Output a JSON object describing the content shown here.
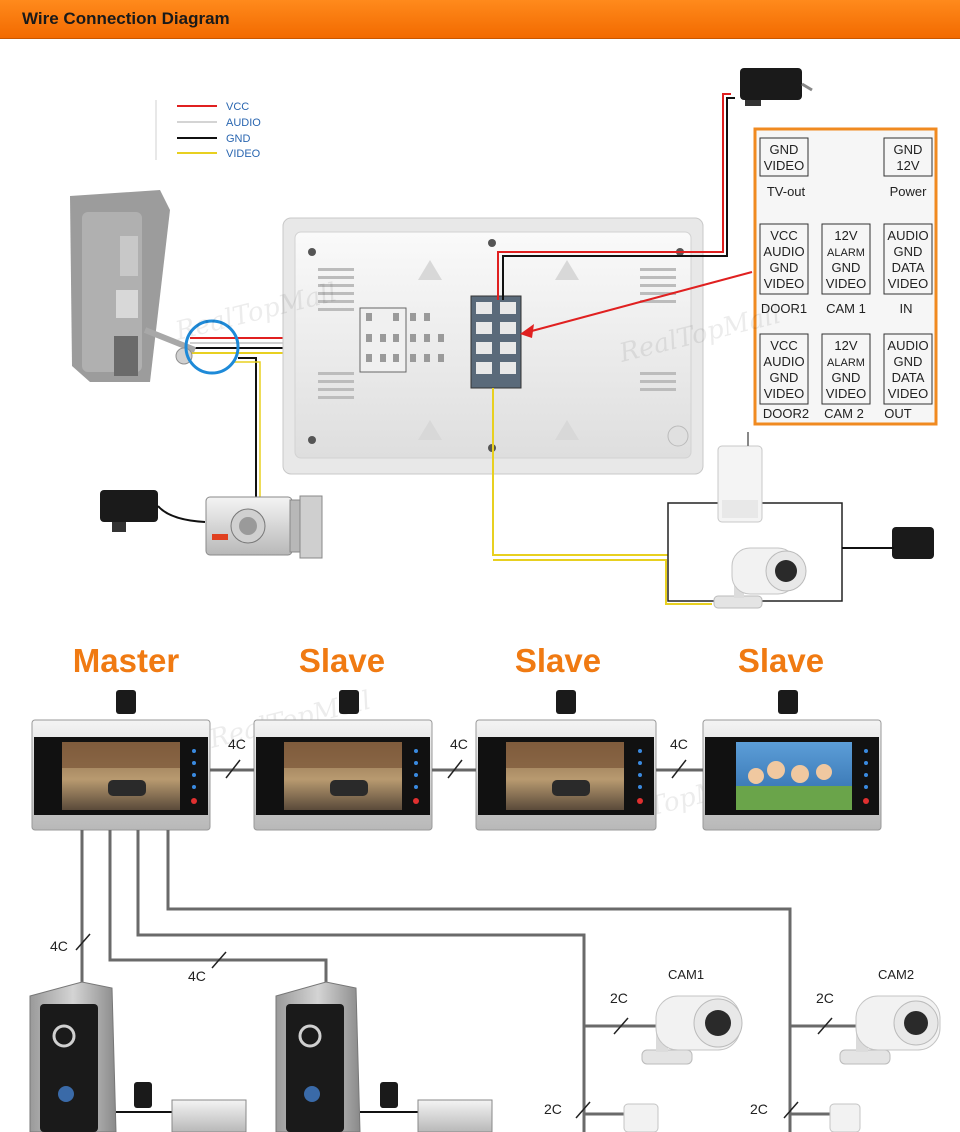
{
  "header": {
    "title": "Wire Connection Diagram"
  },
  "legend": [
    {
      "label": "VCC",
      "color": "#e02020"
    },
    {
      "label": "AUDIO",
      "color": "#d8d8d8"
    },
    {
      "label": "GND",
      "color": "#111111"
    },
    {
      "label": "VIDEO",
      "color": "#e8d020"
    }
  ],
  "terminal_panel": {
    "tv_out": {
      "lines": [
        "GND",
        "VIDEO"
      ],
      "caption": "TV-out"
    },
    "power": {
      "lines": [
        "GND",
        "12V"
      ],
      "caption": "Power"
    },
    "door1": {
      "lines": [
        "VCC",
        "AUDIO",
        "GND",
        "VIDEO"
      ],
      "caption": "DOOR1"
    },
    "cam1": {
      "lines": [
        "12V",
        "ALARM",
        "GND",
        "VIDEO"
      ],
      "caption": "CAM 1"
    },
    "in": {
      "lines": [
        "AUDIO",
        "GND",
        "DATA",
        "VIDEO"
      ],
      "caption": "IN"
    },
    "door2": {
      "lines": [
        "VCC",
        "AUDIO",
        "GND",
        "VIDEO"
      ],
      "caption": "DOOR2"
    },
    "cam2": {
      "lines": [
        "12V",
        "ALARM",
        "GND",
        "VIDEO"
      ],
      "caption": "CAM 2"
    },
    "out": {
      "lines": [
        "AUDIO",
        "GND",
        "DATA",
        "VIDEO"
      ],
      "caption": "OUT"
    }
  },
  "watermark": "RealTopMall",
  "monitors": [
    {
      "role": "Master"
    },
    {
      "role": "Slave"
    },
    {
      "role": "Slave"
    },
    {
      "role": "Slave"
    }
  ],
  "cable_labels": {
    "c4": "4C",
    "c2": "2C"
  },
  "cameras": [
    {
      "label": "CAM1"
    },
    {
      "label": "CAM2"
    }
  ],
  "colors": {
    "accent": "#f07a12",
    "header": "#f47c10",
    "panel_border": "#f08a20"
  }
}
